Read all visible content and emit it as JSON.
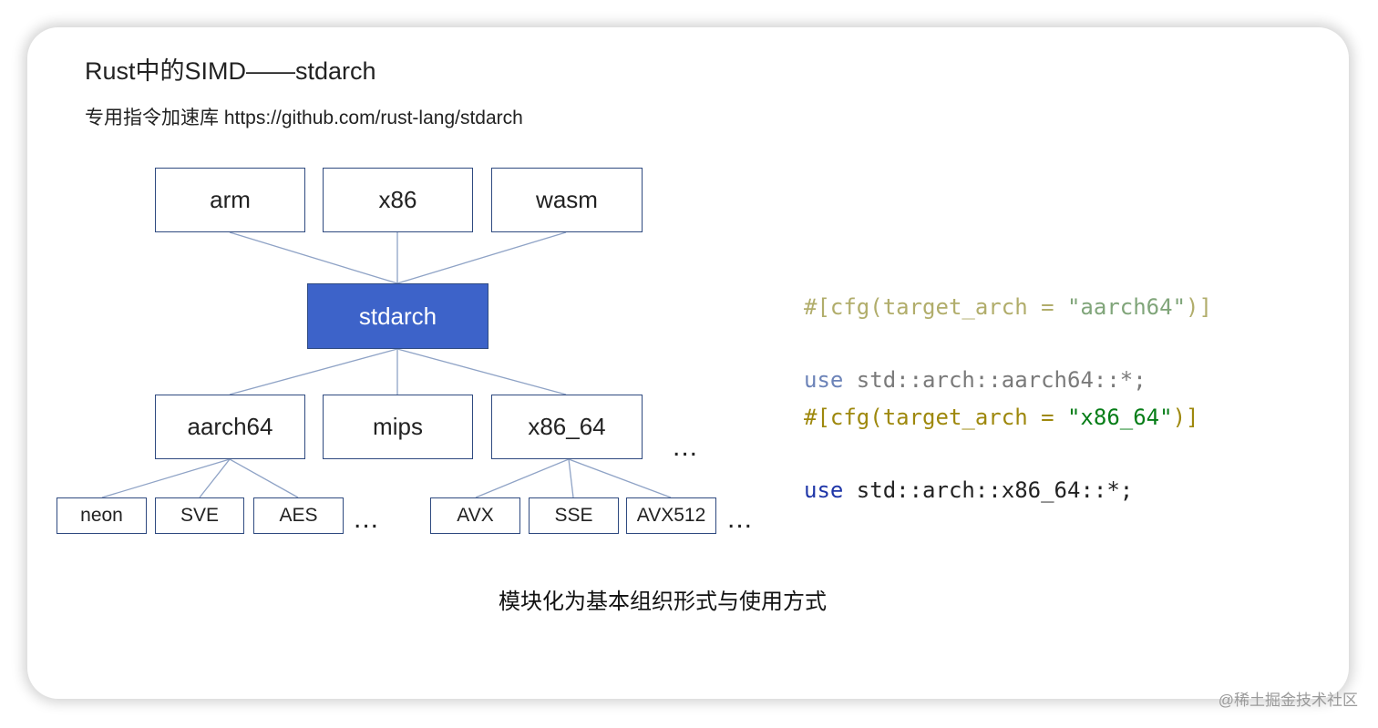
{
  "title": "Rust中的SIMD——stdarch",
  "subtitle": "专用指令加速库 https://github.com/rust-lang/stdarch",
  "diagram": {
    "top": [
      "arm",
      "x86",
      "wasm"
    ],
    "hub": "stdarch",
    "middle": [
      "aarch64",
      "mips",
      "x86_64"
    ],
    "middle_more": "...",
    "arm_features": [
      "neon",
      "SVE",
      "AES"
    ],
    "arm_more": "...",
    "x86_features": [
      "AVX",
      "SSE",
      "AVX512"
    ],
    "x86_more": "..."
  },
  "code": {
    "block1_attr": "#[cfg(target_arch = ",
    "block1_str": "\"aarch64\"",
    "block1_close": ")]",
    "block1_use": "use",
    "block1_path": " std::arch::aarch64::*;",
    "block2_attr": "#[cfg(target_arch = ",
    "block2_str": "\"x86_64\"",
    "block2_close": ")]",
    "block2_use": "use",
    "block2_path": " std::arch::x86_64::*;"
  },
  "caption": "模块化为基本组织形式与使用方式",
  "watermark": "@稀土掘金技术社区"
}
